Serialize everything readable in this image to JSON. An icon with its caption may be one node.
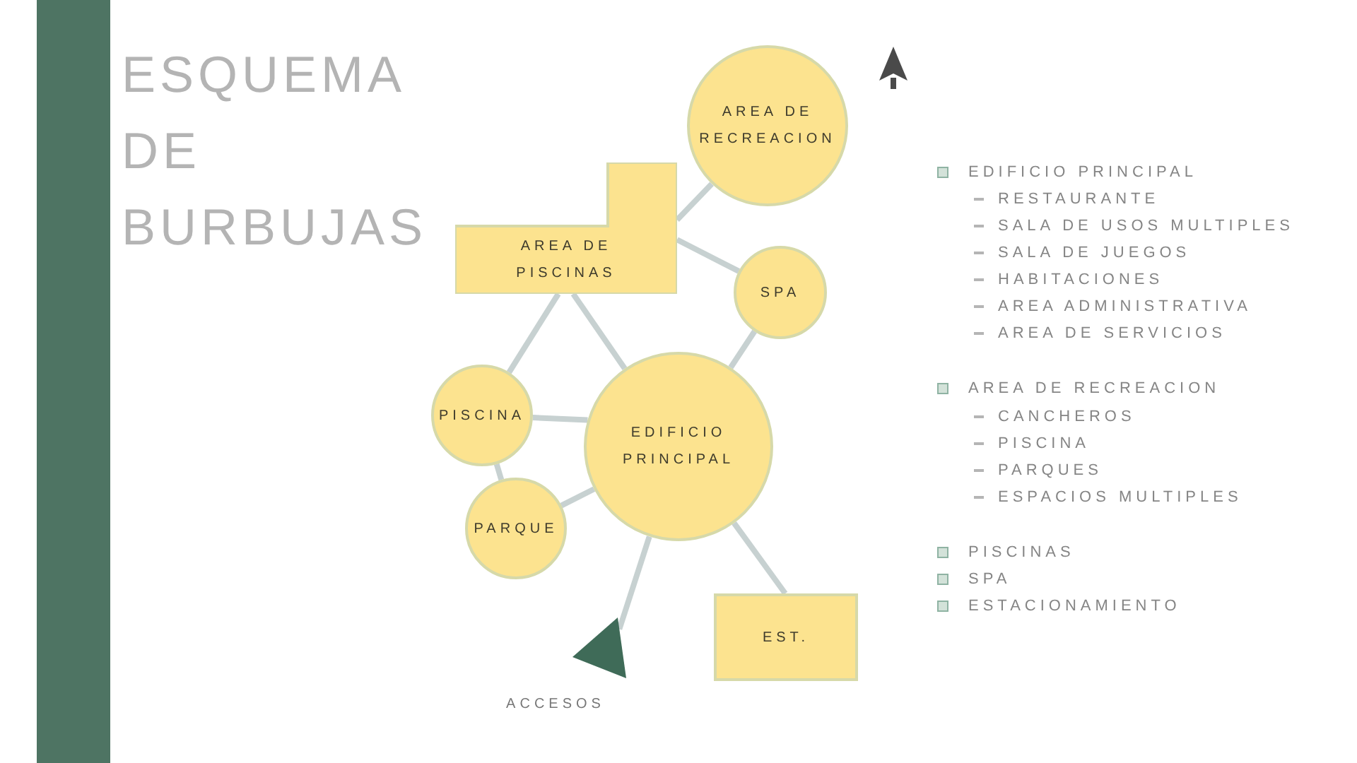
{
  "diagram": {
    "title": "ESQUEMA DE BURBUJAS",
    "nodes": [
      {
        "text": [
          "AREA DE RECREACION"
        ]
      },
      {
        "text": [
          "AREA DE PISCINAS"
        ]
      },
      {
        "text": [
          "SPA"
        ]
      },
      {
        "text": [
          "PISCINA"
        ]
      },
      {
        "text": [
          "EDIFICIO PRINCIPAL"
        ]
      },
      {
        "text": [
          "PARQUE"
        ]
      },
      {
        "text": [],
        "shape": "triangle",
        "beside": [
          "ACCESOS"
        ]
      },
      {
        "text": [
          "EST."
        ]
      }
    ],
    "edges": [
      {
        "from": 0,
        "to": 1,
        "arrow": "none"
      },
      {
        "from": 1,
        "to": 2,
        "arrow": "none"
      },
      {
        "from": 1,
        "to": 3,
        "arrow": "none"
      },
      {
        "from": 1,
        "to": 4,
        "arrow": "none"
      },
      {
        "from": 3,
        "to": 4,
        "arrow": "none"
      },
      {
        "from": 3,
        "to": 5,
        "arrow": "none"
      },
      {
        "from": 5,
        "to": 4,
        "arrow": "none"
      },
      {
        "from": 2,
        "to": 4,
        "arrow": "none"
      },
      {
        "from": 4,
        "to": 6,
        "arrow": "none"
      },
      {
        "from": 4,
        "to": 7,
        "arrow": "none"
      }
    ],
    "labels": [
      "EDIFICIO PRINCIPAL",
      "RESTAURANTE",
      "SALA DE USOS MULTIPLES",
      "SALA DE JUEGOS",
      "HABITACIONES",
      "AREA ADMINISTRATIVA",
      "AREA DE SERVICIOS",
      "AREA DE RECREACION",
      "CANCHEROS",
      "PISCINA",
      "PARQUES",
      "ESPACIOS MULTIPLES",
      "PISCINAS",
      "SPA",
      "ESTACIONAMIENTO"
    ]
  }
}
